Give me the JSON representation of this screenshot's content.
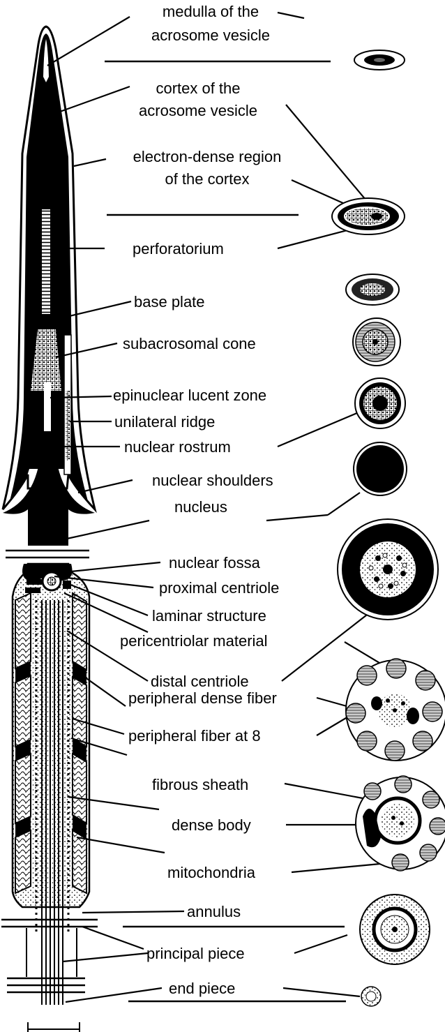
{
  "labels": {
    "medulla": "medulla of the acrosome vesicle",
    "medulla_l1": "medulla of the",
    "medulla_l2": "acrosome vesicle",
    "cortex_l1": "cortex of the",
    "cortex_l2": "acrosome vesicle",
    "dense_l1": "electron-dense region",
    "dense_l2": "of the cortex",
    "perforatorium": "perforatorium",
    "base_plate": "base plate",
    "subacrosomal_cone": "subacrosomal cone",
    "epinuclear_zone": "epinuclear lucent zone",
    "unilateral_ridge": "unilateral ridge",
    "nuclear_rostrum": "nuclear rostrum",
    "nuclear_shoulders": "nuclear shoulders",
    "nucleus": "nucleus",
    "nuclear_fossa": "nuclear fossa",
    "proximal_centriole": "proximal centriole",
    "laminar_structure": "laminar structure",
    "pericentriolar": "pericentriolar  material",
    "distal_centriole": "distal centriole",
    "peripheral_dense_fiber": "peripheral dense fiber",
    "peripheral_fiber_8": "peripheral fiber at 8",
    "fibrous_sheath": "fibrous sheath",
    "dense_body": "dense body",
    "mitochondria": "mitochondria",
    "annulus": "annulus",
    "principal_piece": "principal piece",
    "end_piece": "end piece"
  },
  "colors": {
    "ink": "#000000",
    "paper": "#ffffff",
    "stipple": "#555555"
  }
}
